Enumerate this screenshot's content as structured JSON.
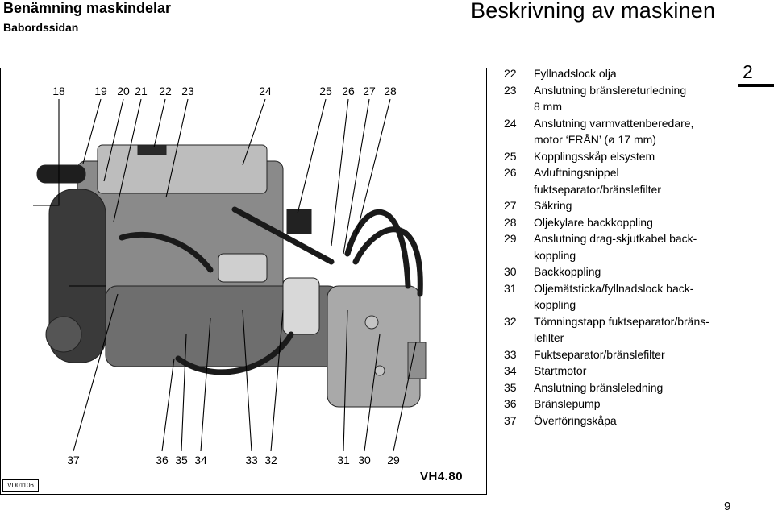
{
  "header": {
    "left_title": "Benämning maskindelar",
    "left_subtitle": "Babordssidan",
    "right_title": "Beskrivning av maskinen"
  },
  "figure": {
    "top_callouts": [
      "18",
      "19",
      "20",
      "21",
      "22",
      "23",
      "24",
      "25",
      "26",
      "27",
      "28"
    ],
    "bottom_callouts": [
      "37",
      "36",
      "35",
      "34",
      "33",
      "32",
      "31",
      "30",
      "29"
    ],
    "model_label": "VH4.80",
    "image_code": "VD01106"
  },
  "legend": [
    {
      "num": "22",
      "lines": [
        "Fyllnadslock olja"
      ]
    },
    {
      "num": "23",
      "lines": [
        "Anslutning bränslereturledning",
        "8 mm"
      ]
    },
    {
      "num": "24",
      "lines": [
        "Anslutning varmvattenberedare,",
        "motor ‘FRÅN’ (ø 17 mm)"
      ]
    },
    {
      "num": "25",
      "lines": [
        "Kopplingsskåp elsystem"
      ]
    },
    {
      "num": "26",
      "lines": [
        "Avluftningsnippel",
        "fuktseparator/bränslefilter"
      ]
    },
    {
      "num": "27",
      "lines": [
        "Säkring"
      ]
    },
    {
      "num": "28",
      "lines": [
        "Oljekylare backkoppling"
      ]
    },
    {
      "num": "29",
      "lines": [
        "Anslutning drag-skjutkabel back-",
        "koppling"
      ]
    },
    {
      "num": "30",
      "lines": [
        "Backkoppling"
      ]
    },
    {
      "num": "31",
      "lines": [
        "Oljemätsticka/fyllnadslock back-",
        "koppling"
      ]
    },
    {
      "num": "32",
      "lines": [
        "Tömningstapp fuktseparator/bräns-",
        "lefilter"
      ]
    },
    {
      "num": "33",
      "lines": [
        "Fuktseparator/bränslefilter"
      ]
    },
    {
      "num": "34",
      "lines": [
        "Startmotor"
      ]
    },
    {
      "num": "35",
      "lines": [
        "Anslutning bränsleledning"
      ]
    },
    {
      "num": "36",
      "lines": [
        "Bränslepump"
      ]
    },
    {
      "num": "37",
      "lines": [
        "Överföringskåpa"
      ]
    }
  ],
  "section_number": "2",
  "page_number": "9"
}
